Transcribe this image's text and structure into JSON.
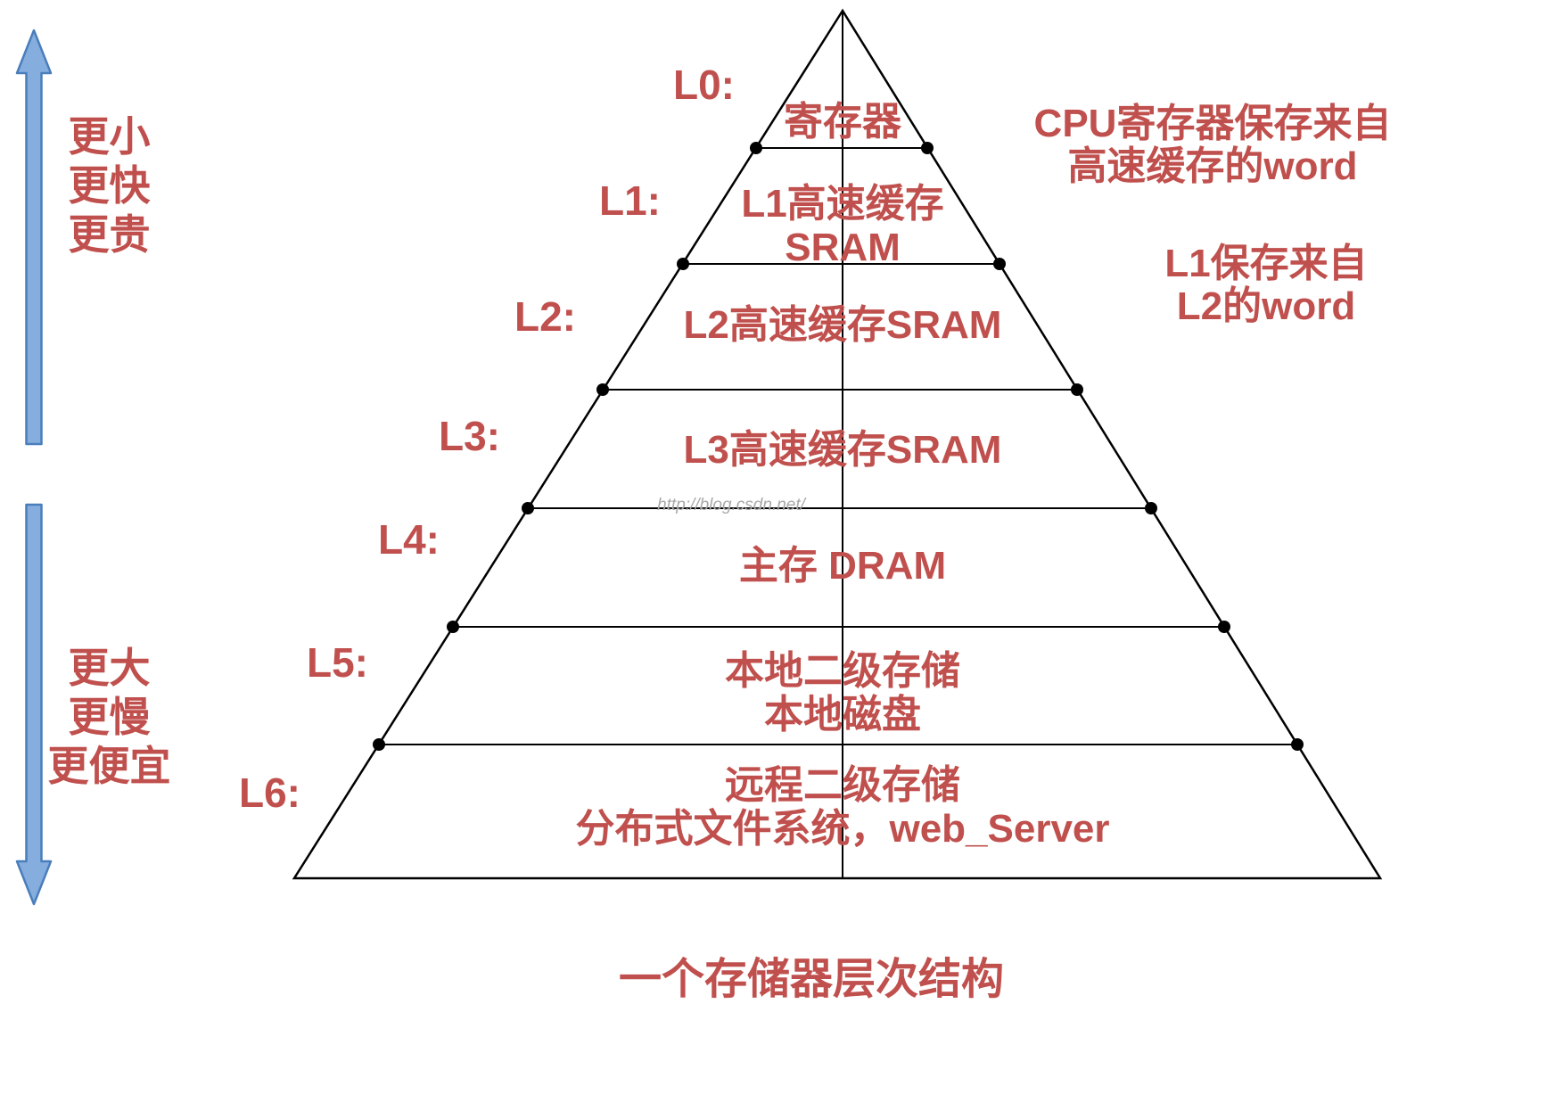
{
  "levels": [
    {
      "id": "L0:",
      "label": "寄存器"
    },
    {
      "id": "L1:",
      "label": "L1高速缓存\nSRAM"
    },
    {
      "id": "L2:",
      "label": "L2高速缓存SRAM"
    },
    {
      "id": "L3:",
      "label": "L3高速缓存SRAM"
    },
    {
      "id": "L4:",
      "label": "主存 DRAM"
    },
    {
      "id": "L5:",
      "label": "本地二级存储\n本地磁盘"
    },
    {
      "id": "L6:",
      "label": "远程二级存储\n分布式文件系统，web_Server"
    }
  ],
  "left_annotations": {
    "top": "更小\n更快\n更贵",
    "bottom": "更大\n更慢\n更便宜"
  },
  "right_annotations": {
    "cpu_register": "CPU寄存器保存来自\n高速缓存的word",
    "l1_word": "L1保存来自\nL2的word"
  },
  "watermark": "http://blog.csdn.net/",
  "caption": "一个存储器层次结构",
  "colors": {
    "text_red": "#c0504d",
    "arrow_fill": "#85aede",
    "arrow_stroke": "#4a7ebb",
    "line": "#000000"
  }
}
